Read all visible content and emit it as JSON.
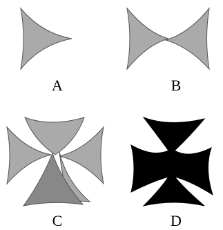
{
  "panels": [
    {
      "id": "A",
      "label": "A",
      "description_colors": {
        "fill": "#aaaaaa",
        "stroke": "#555555"
      }
    },
    {
      "id": "B",
      "label": "B",
      "description_colors": {
        "fill": "#aaaaaa",
        "stroke": "#555555"
      }
    },
    {
      "id": "C",
      "label": "C",
      "description_colors": {
        "fill": "#aaaaaa",
        "front_fill": "#888888",
        "stroke": "#555555"
      }
    },
    {
      "id": "D",
      "label": "D",
      "description_colors": {
        "fill": "#000000",
        "stroke": "#000000"
      }
    }
  ],
  "colors": {
    "background": "#ffffff",
    "shape_fill": "#aaaaaa",
    "shape_front_fill": "#888888",
    "shape_stroke": "#555555",
    "solid_fill": "#000000"
  }
}
